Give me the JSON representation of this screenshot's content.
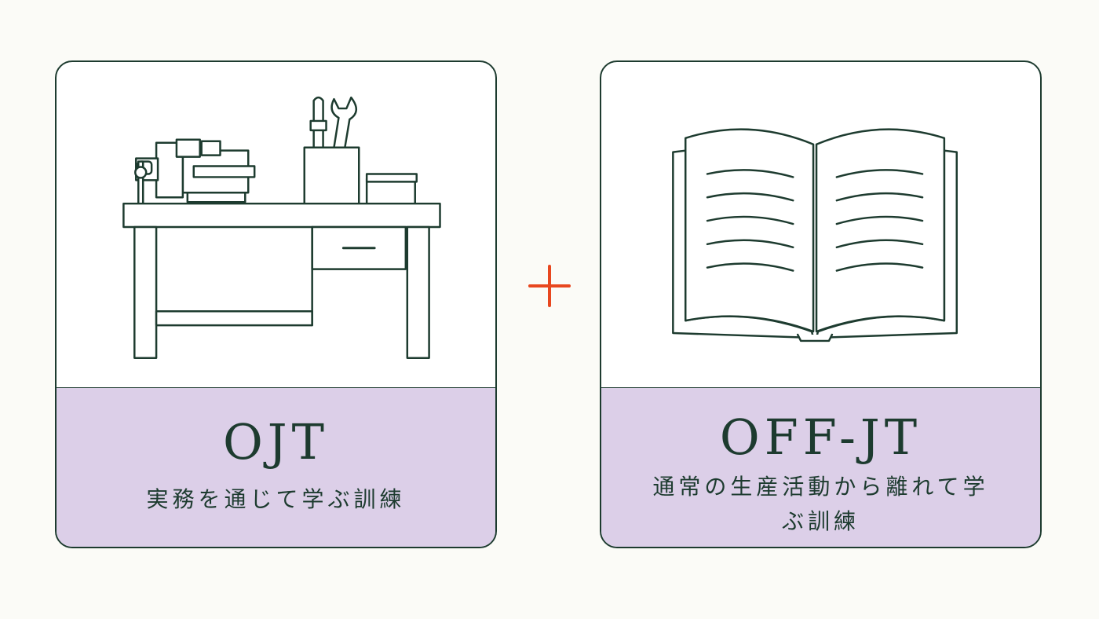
{
  "accent_color": "#e8471f",
  "line_color": "#1d3b2f",
  "panel_color": "#dccfe8",
  "cards": [
    {
      "title": "OJT",
      "description": "実務を通じて学ぶ訓練",
      "icon": "workbench-icon"
    },
    {
      "title": "OFF-JT",
      "description": "通常の生産活動から離れて学ぶ訓練",
      "icon": "open-book-icon"
    }
  ],
  "connector": {
    "icon": "plus-icon"
  }
}
